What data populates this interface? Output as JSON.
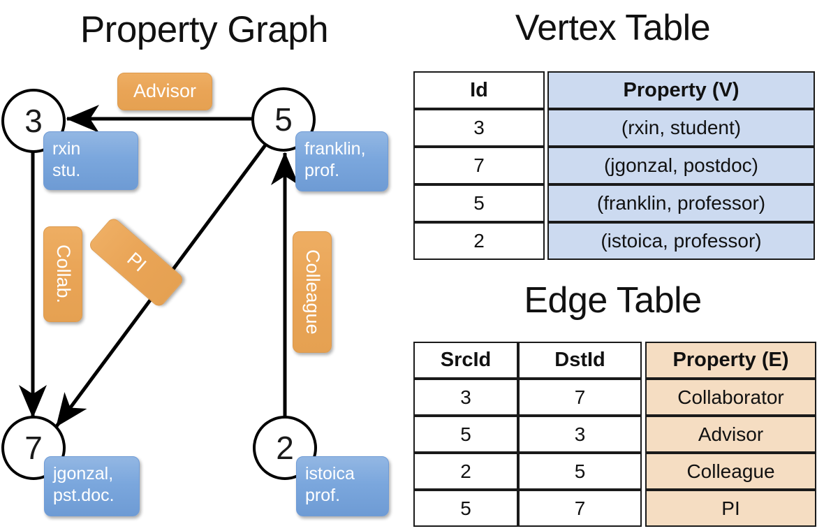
{
  "titles": {
    "property_graph": "Property Graph",
    "vertex_table": "Vertex Table",
    "edge_table": "Edge Table"
  },
  "colors": {
    "vertex_property_fill": "#ccdaf0",
    "edge_property_fill": "#f5ddc2",
    "node_property_box": "#7ba7dd",
    "edge_label_box": "#e9a456",
    "stroke": "#1a1a1a"
  },
  "graph": {
    "nodes": [
      {
        "id": "3",
        "property_label": "rxin\nstu."
      },
      {
        "id": "5",
        "property_label": "franklin,\nprof."
      },
      {
        "id": "7",
        "property_label": "jgonzal,\npst.doc."
      },
      {
        "id": "2",
        "property_label": "istoica\nprof."
      }
    ],
    "edge_labels": [
      {
        "name": "advisor",
        "text": "Advisor"
      },
      {
        "name": "collab",
        "text": "Collab."
      },
      {
        "name": "pi",
        "text": "PI"
      },
      {
        "name": "colleague",
        "text": "Colleague"
      }
    ],
    "edges": [
      {
        "src": "5",
        "dst": "3",
        "label": "Advisor"
      },
      {
        "src": "3",
        "dst": "7",
        "label": "Collab."
      },
      {
        "src": "5",
        "dst": "7",
        "label": "PI"
      },
      {
        "src": "2",
        "dst": "5",
        "label": "Colleague"
      }
    ]
  },
  "vertex_table": {
    "headers": [
      "Id",
      "Property (V)"
    ],
    "rows": [
      {
        "id": "3",
        "property": "(rxin, student)"
      },
      {
        "id": "7",
        "property": "(jgonzal, postdoc)"
      },
      {
        "id": "5",
        "property": "(franklin, professor)"
      },
      {
        "id": "2",
        "property": "(istoica, professor)"
      }
    ]
  },
  "edge_table": {
    "headers": [
      "SrcId",
      "DstId",
      "Property (E)"
    ],
    "rows": [
      {
        "src": "3",
        "dst": "7",
        "property": "Collaborator"
      },
      {
        "src": "5",
        "dst": "3",
        "property": "Advisor"
      },
      {
        "src": "2",
        "dst": "5",
        "property": "Colleague"
      },
      {
        "src": "5",
        "dst": "7",
        "property": "PI"
      }
    ]
  }
}
